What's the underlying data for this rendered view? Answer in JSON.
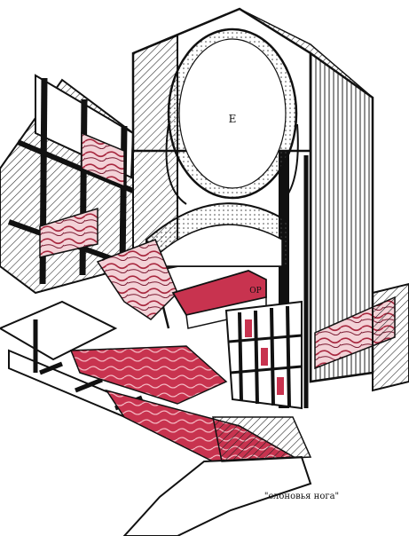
{
  "labels": {
    "dome": "Е",
    "organ": "ОР",
    "caption": "\"слоновья нога\""
  },
  "colors": {
    "ink": "#111111",
    "paper": "#ffffff",
    "red": "#c8334f",
    "pink": "#f0c6cc",
    "stone": "#dcdcdc"
  }
}
